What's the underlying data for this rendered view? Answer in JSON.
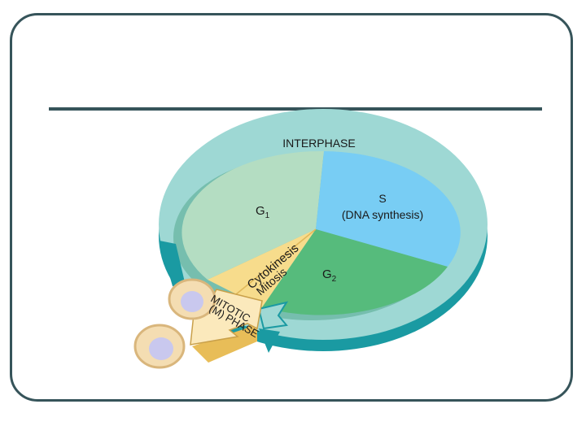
{
  "slide": {
    "title": ""
  },
  "diagram": {
    "interphase_label": "INTERPHASE",
    "g1": {
      "letter": "G",
      "sub": "1"
    },
    "s_label": "S",
    "s_detail": "(DNA synthesis)",
    "g2": {
      "letter": "G",
      "sub": "2"
    },
    "cytokinesis_label": "Cytokinesis",
    "mitosis_label": "Mitosis",
    "mitotic_line1": "MITOTIC",
    "mitotic_line2": "(M) PHASE"
  },
  "colors": {
    "frame": "#36545a",
    "ring": "#9ed8d4",
    "ring_side": "#1a9aa2",
    "g1": "#b4ddc2",
    "s_phase": "#78cdf4",
    "g2": "#56bb7c",
    "mitosis_wedge": "#f7dc8c",
    "arrow_face": "#fbe9bc",
    "cell_fill": "#f4ddb2",
    "nucleus": "#c9c8ee"
  }
}
